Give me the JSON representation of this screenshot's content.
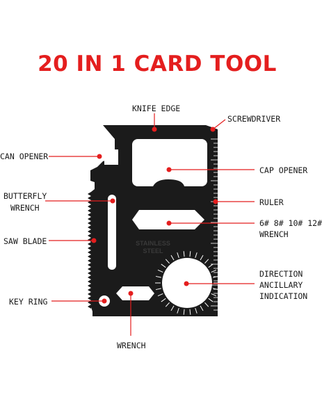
{
  "title": "20 IN 1 CARD TOOL",
  "colors": {
    "title": "#e41e1e",
    "callout": "#e41e1e",
    "card": "#1b1b1b",
    "text": "#1a1a1a",
    "background": "#ffffff"
  },
  "card_text": {
    "line1": "STAINLESS",
    "line2": "STEEL"
  },
  "labels": {
    "knife_edge": "KNIFE EDGE",
    "screwdriver": "SCREWDRIVER",
    "can_opener": "CAN OPENER",
    "cap_opener": "CAP OPENER",
    "butterfly_wrench_1": "BUTTERFLY",
    "butterfly_wrench_2": "WRENCH",
    "ruler": "RULER",
    "saw_blade": "SAW BLADE",
    "hex_wrench_1": "6# 8# 10# 12#",
    "hex_wrench_2": "WRENCH",
    "direction_1": "DIRECTION",
    "direction_2": "ANCILLARY",
    "direction_3": "INDICATION",
    "key_ring": "KEY RING",
    "wrench": "WRENCH"
  }
}
